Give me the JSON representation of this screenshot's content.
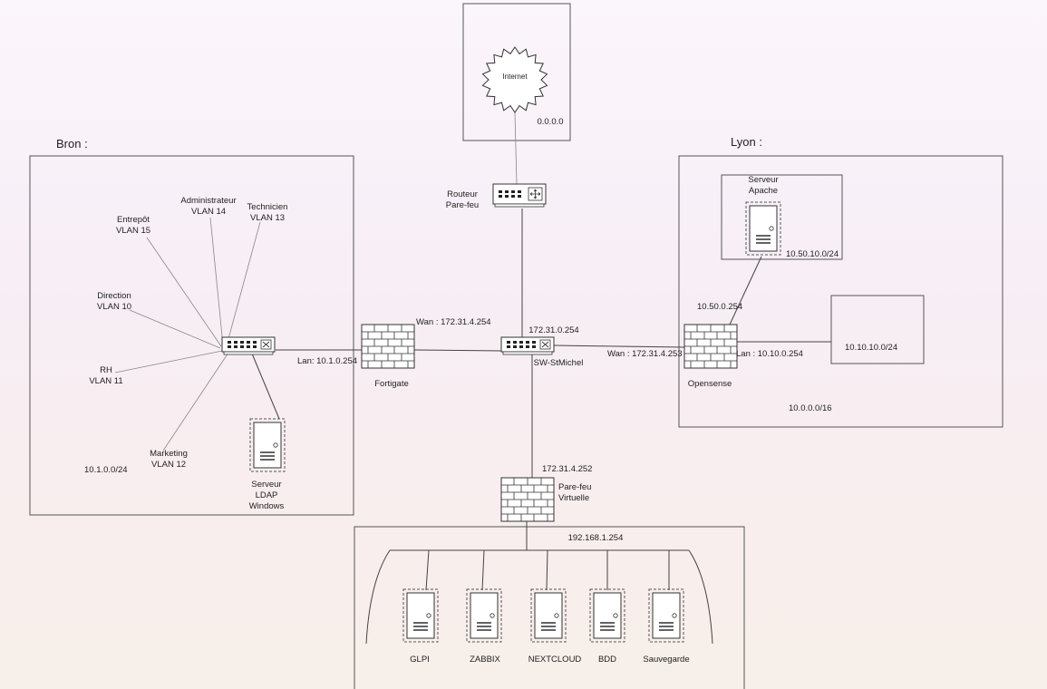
{
  "zones": {
    "internet": {
      "cloud_label": "Internet",
      "ip": "0.0.0.0"
    },
    "bron": {
      "title": "Bron :",
      "network": "10.1.0.0/24"
    },
    "lyon": {
      "title": "Lyon :",
      "network": "10.0.0.0/16"
    },
    "apache_box": {
      "network": "10.50.10.0/24"
    },
    "lan_box": {
      "network": "10.10.10.0/24"
    },
    "dmz": {
      "gateway": "192.168.1.254"
    }
  },
  "vlans": [
    {
      "name": "Administrateur",
      "vlan": "VLAN 14"
    },
    {
      "name": "Technicien",
      "vlan": "VLAN 13"
    },
    {
      "name": "Entrepôt",
      "vlan": "VLAN 15"
    },
    {
      "name": "Direction",
      "vlan": "VLAN 10"
    },
    {
      "name": "RH",
      "vlan": "VLAN 11"
    },
    {
      "name": "Marketing",
      "vlan": "VLAN 12"
    }
  ],
  "devices": {
    "router": {
      "line1": "Routeur",
      "line2": "Pare-feu"
    },
    "fortigate": {
      "name": "Fortigate",
      "wan": "Wan : 172.31.4.254",
      "lan": "Lan: 10.1.0.254"
    },
    "sw_stmichel": {
      "name": "SW-StMichel",
      "ip": "172.31.0.254"
    },
    "opensense": {
      "name": "Opensense",
      "wan": "Wan : 172.31.4.253",
      "lan": "Lan : 10.10.0.254",
      "apache_link": "10.50.0.254"
    },
    "virtual_fw": {
      "line1": "Pare-feu",
      "line2": "Virtuelle",
      "ip": "172.31.4.252"
    },
    "apache": {
      "line1": "Serveur",
      "line2": "Apache"
    },
    "ldap": {
      "line1": "Serveur",
      "line2": "LDAP",
      "line3": "Windows"
    }
  },
  "dmz_servers": [
    "GLPI",
    "ZABBIX",
    "NEXTCLOUD",
    "BDD",
    "Sauvegarde"
  ]
}
